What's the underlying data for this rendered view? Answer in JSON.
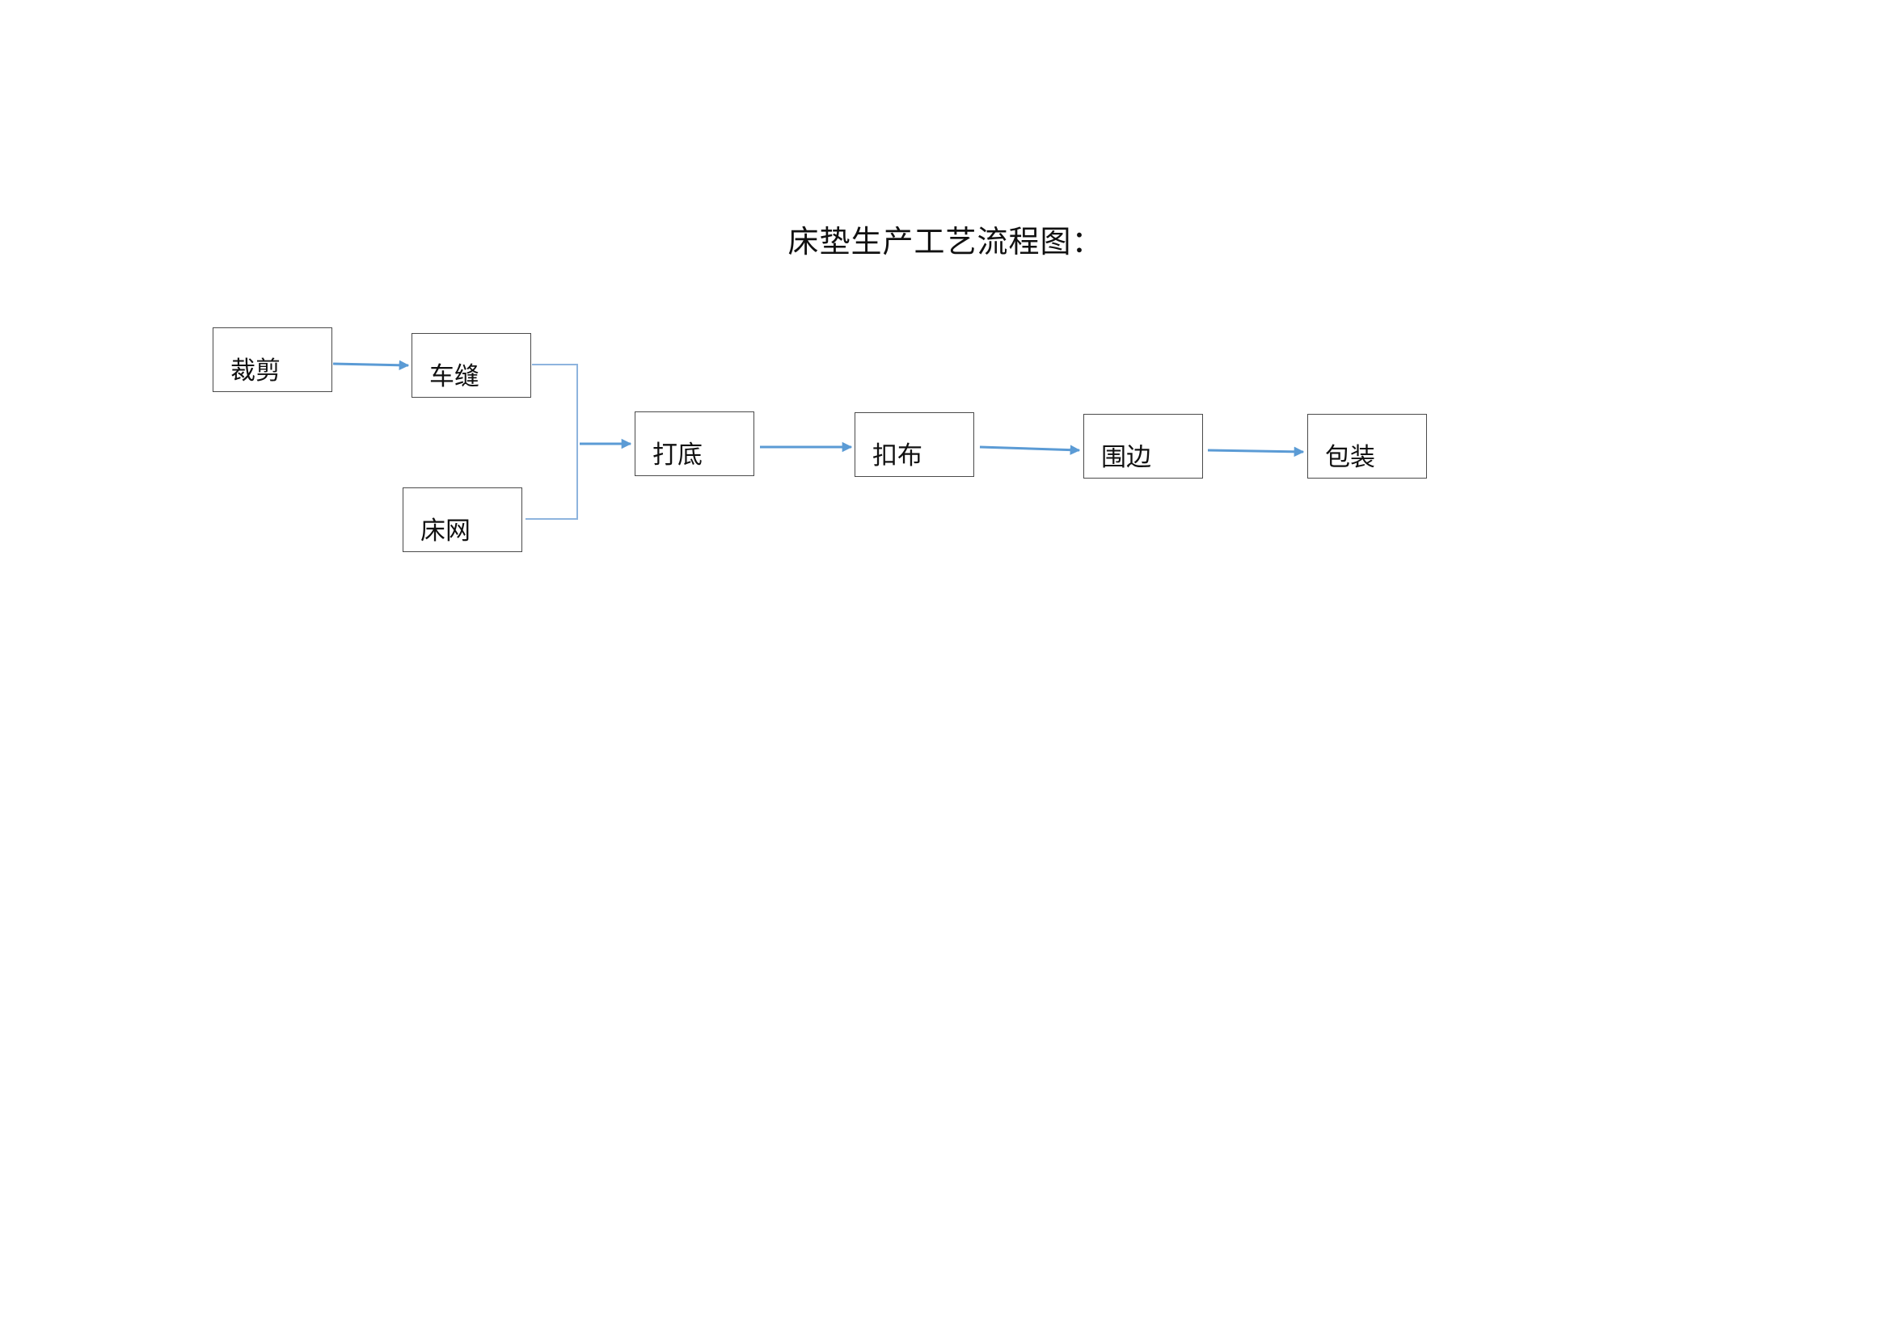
{
  "diagram": {
    "title": "床垫生产工艺流程图：",
    "nodes": [
      {
        "id": "cut",
        "label": "裁剪"
      },
      {
        "id": "sew",
        "label": "车缝"
      },
      {
        "id": "spring",
        "label": "床网"
      },
      {
        "id": "base",
        "label": "打底"
      },
      {
        "id": "fabric",
        "label": "扣布"
      },
      {
        "id": "edge",
        "label": "围边"
      },
      {
        "id": "pack",
        "label": "包装"
      }
    ],
    "edges": [
      {
        "from": "裁剪",
        "to": "车缝"
      },
      {
        "from": "车缝",
        "to": "打底"
      },
      {
        "from": "床网",
        "to": "打底"
      },
      {
        "from": "打底",
        "to": "扣布"
      },
      {
        "from": "扣布",
        "to": "围边"
      },
      {
        "from": "围边",
        "to": "包装"
      }
    ],
    "colors": {
      "arrow": "#5b9bd5",
      "bracket": "#8eb4de",
      "box_border": "#4a4a4a"
    }
  }
}
